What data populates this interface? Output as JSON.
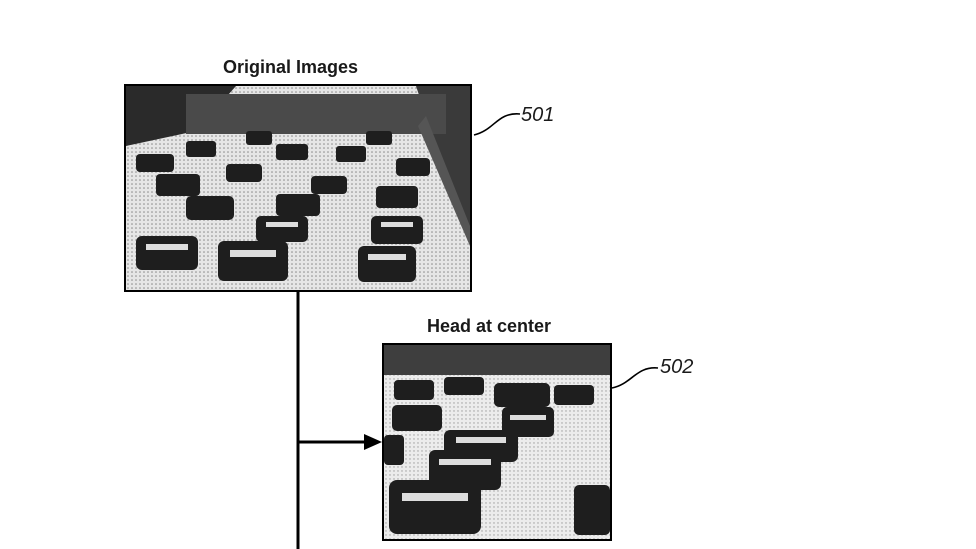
{
  "diagram": {
    "panel_original": {
      "title": "Original Images",
      "ref_number": "501",
      "image_description": "highway-traffic-photo"
    },
    "panel_head_center": {
      "title": "Head at center",
      "ref_number": "502",
      "image_description": "highway-traffic-photo-cropped"
    },
    "colors": {
      "ink": "#000000",
      "road": "#d9d9d9",
      "car": "#1e1e1e"
    }
  }
}
